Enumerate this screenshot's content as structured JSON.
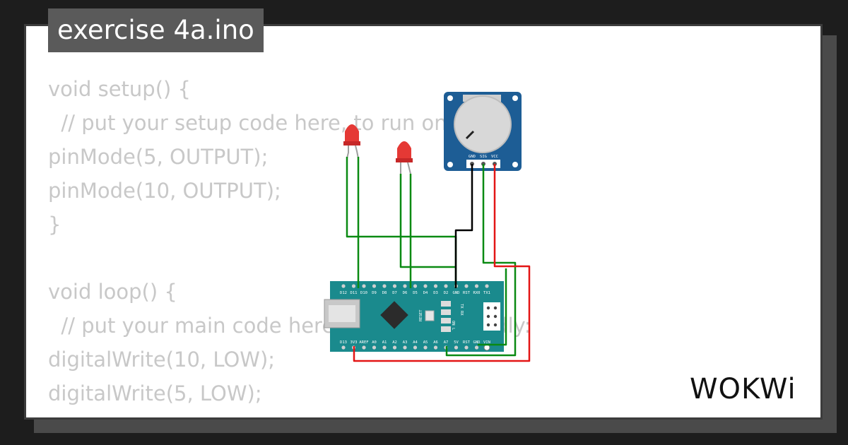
{
  "title": "exercise 4a.ino",
  "code_lines": [
    "void setup() {",
    "  // put your setup code here, to run once:",
    "pinMode(5, OUTPUT);",
    "pinMode(10, OUTPUT);",
    "}",
    "",
    "void loop() {",
    "  // put your main code here, to run repeatedly:",
    "digitalWrite(10, LOW);",
    "digitalWrite(5, LOW);"
  ],
  "brand": "WOKWi",
  "potentiometer": {
    "pins": [
      "GND",
      "SIG",
      "VCC"
    ]
  },
  "arduino": {
    "top_pins": [
      "D12",
      "D11",
      "D10",
      "D9",
      "D8",
      "D7",
      "D6",
      "D5",
      "D4",
      "D3",
      "D2",
      "GND",
      "RST",
      "RX0",
      "TX1"
    ],
    "bottom_pins": [
      "D13",
      "3V3",
      "AREF",
      "A0",
      "A1",
      "A2",
      "A3",
      "A4",
      "A5",
      "A6",
      "A7",
      "5V",
      "RST",
      "GND",
      "VIN"
    ],
    "reset_label": "RESET",
    "led_labels": [
      "TX",
      "RX",
      "ON",
      "L"
    ]
  },
  "colors": {
    "board": "#1a8a8d",
    "pot_board": "#1d5d95",
    "led": "#e53935",
    "wire_green": "#0a8a12",
    "wire_red": "#e31515",
    "wire_black": "#000000"
  }
}
